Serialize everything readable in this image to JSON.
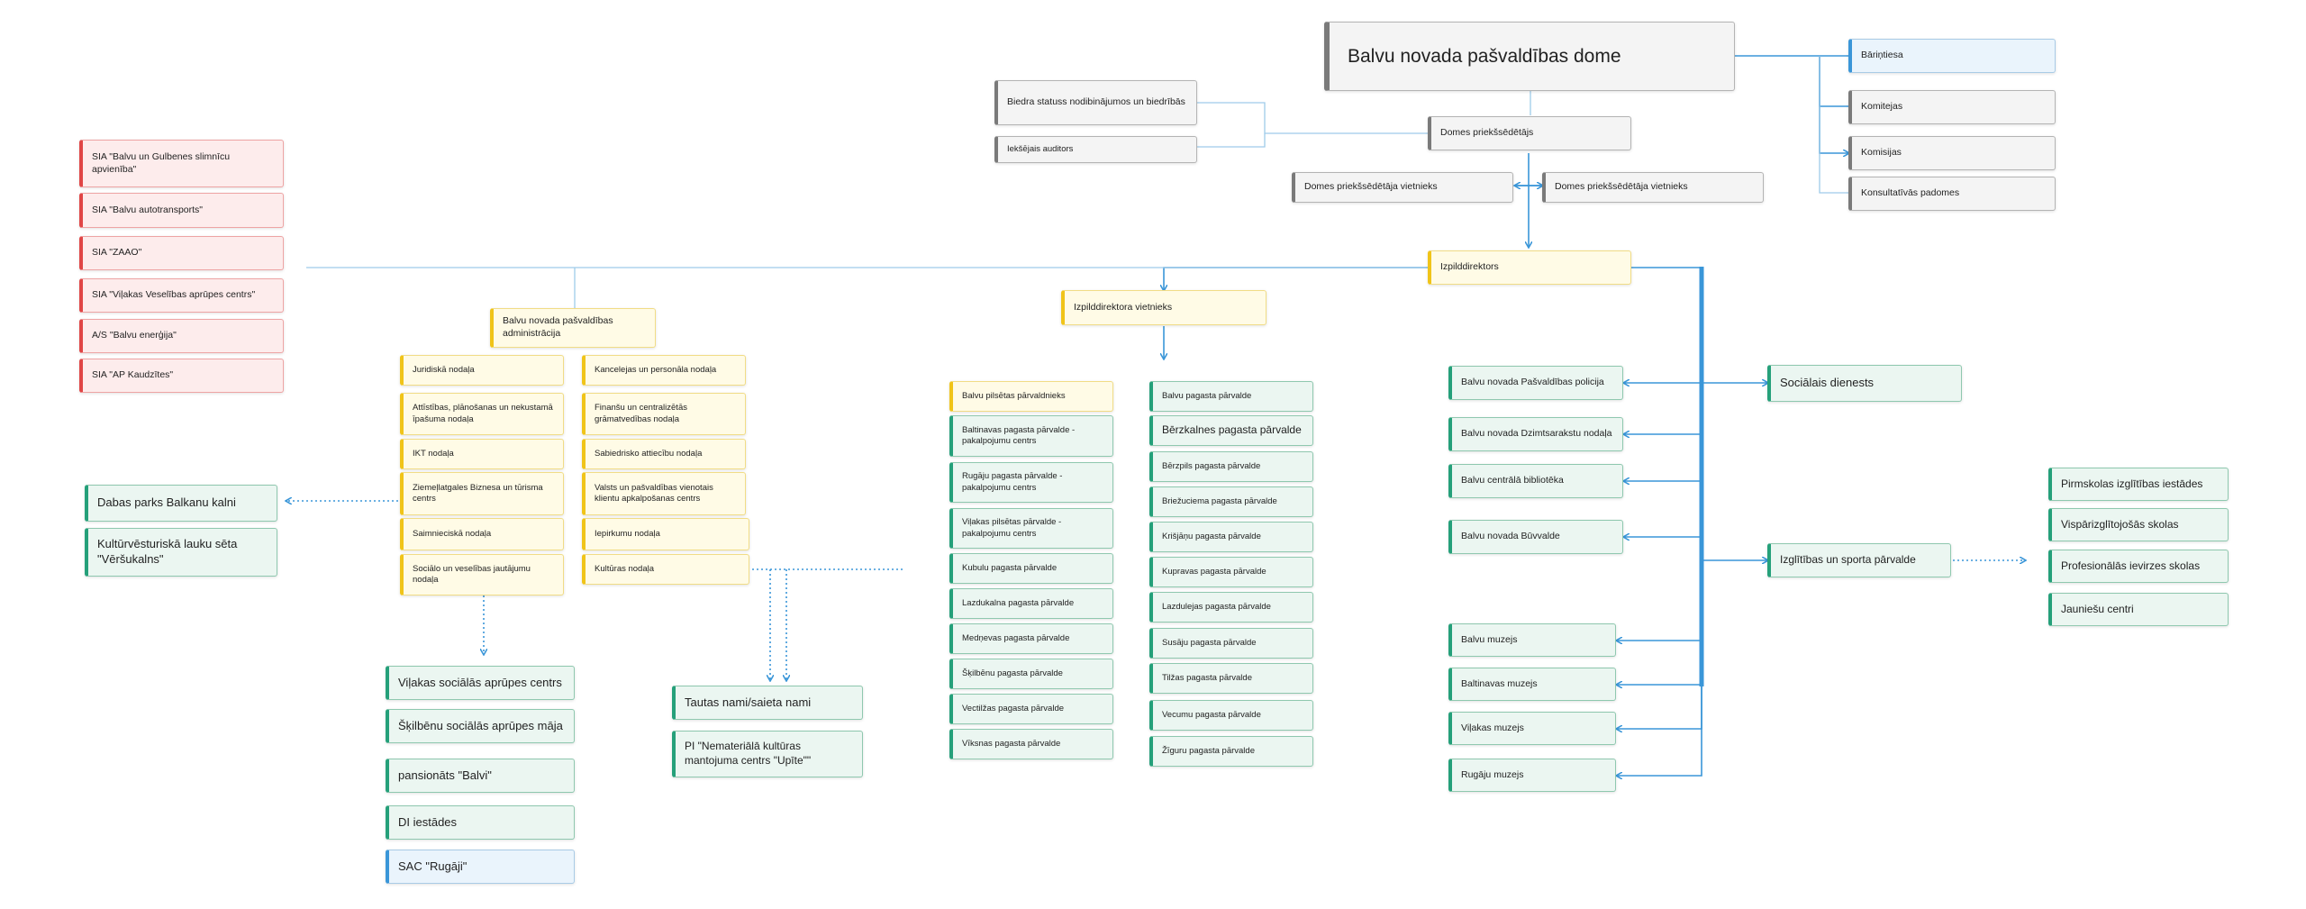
{
  "nodes": {
    "dome": "Balvu novada pašvaldības dome",
    "biedra": "Biedra statuss nodibinājumos un biedrībās",
    "auditors": "Iekšējais auditors",
    "priekssedetajs": "Domes priekšsēdētājs",
    "vietnieks1": "Domes priekšsēdētāja vietnieks",
    "vietnieks2": "Domes priekšsēdētāja vietnieks",
    "barintiesa": "Bāriņtiesa",
    "komitejas": "Komitejas",
    "komisijas": "Komisijas",
    "konsultativas": "Konsultatīvās padomes",
    "izpilddirektors": "Izpilddirektors",
    "izp_vietnieks": "Izpilddirektora vietnieks",
    "administracija": "Balvu novada pašvaldības administrācija",
    "juridiska": "Juridiskā nodaļa",
    "attistibas": "Attīstības, plānošanas un nekustamā īpašuma nodaļa",
    "ikt": "IKT nodaļa",
    "ziemellatgales": "Ziemeļlatgales Biznesa un tūrisma centrs",
    "saimnieciska": "Saimnieciskā  nodaļa",
    "sociala_jaut": "Sociālo un veselības jautājumu nodaļa",
    "kancelejas": "Kancelejas un personāla nodaļa",
    "finansu": "Finanšu un centralizētās grāmatvedības nodaļa",
    "sabiedrisko": "Sabiedrisko attiecību nodaļa",
    "valsts": "Valsts un pašvaldības vienotais klientu apkalpošanas centrs",
    "iepirkumu": "Iepirkumu  nodaļa",
    "kulturas": "Kultūras nodaļa",
    "sia_slimnica": "SIA \"Balvu un Gulbenes slimnīcu apvienība\"",
    "sia_autotransports": "SIA \"Balvu autotransports\"",
    "sia_zaao": "SIA \"ZAAO\"",
    "sia_vilakas": "SIA \"Viļakas Veselības aprūpes centrs\"",
    "as_energija": "A/S \"Balvu enerģija\"",
    "sia_kaudzites": "SIA \"AP Kaudzītes\"",
    "dabas_parks": "Dabas parks Balkanu kalni",
    "versukalns": "Kultūrvēsturiskā lauku sēta \"Vēršukalns\"",
    "vilakas_soc": "Viļakas sociālās aprūpes centrs",
    "skilbenu_soc": "Šķilbēnu sociālās aprūpes māja",
    "pansionats": "pansionāts \"Balvi\"",
    "di_iestades": "DI iestādes",
    "sac_rugaji": "SAC \"Rugāji\"",
    "tautas_nami": "Tautas nami/saieta nami",
    "pi_upite": "PI \"Nemateriālā kultūras mantojuma centrs \"Upīte\"\"",
    "balvu_pilsetas": "Balvu pilsētas pārvaldnieks",
    "baltinavas_pv": "Baltinavas pagasta pārvalde - pakalpojumu centrs",
    "rugaju_pv": "Rugāju pagasta pārvalde - pakalpojumu centrs",
    "vilakas_pilsetas": "Viļakas pilsētas pārvalde - pakalpojumu centrs",
    "kubulu": "Kubulu pagasta pārvalde",
    "lazdukalna": "Lazdukalna pagasta pārvalde",
    "mednevas": "Medņevas pagasta pārvalde",
    "skilbenu_pv": "Šķilbēnu pagasta pārvalde",
    "vectilzas": "Vectilžas pagasta pārvalde",
    "viksnas": "Vīksnas pagasta pārvalde",
    "balvu_pagasta": "Balvu pagasta pārvalde",
    "berzkalnes": "Bērzkalnes pagasta pārvalde",
    "berzpils": "Bērzpils pagasta pārvalde",
    "briezuciema": "Briežuciema pagasta pārvalde",
    "krisjanu": "Krišjāņu pagasta pārvalde",
    "kupravas": "Kupravas pagasta pārvalde",
    "lazdulejas": "Lazdulejas pagasta pārvalde",
    "susaju": "Susāju pagasta pārvalde",
    "tilzas": "Tilžas pagasta pārvalde",
    "vecumu": "Vecumu pagasta pārvalde",
    "ziguru": "Žīguru pagasta pārvalde",
    "policija": "Balvu novada Pašvaldības policija",
    "dzimtsarakstu": "Balvu novada Dzimtsarakstu nodaļa",
    "biblioteka": "Balvu centrālā bibliotēka",
    "buvvalde": "Balvu novada Būvvalde",
    "socialais": "Sociālais dienests",
    "izglitibas": "Izglītības un sporta pārvalde",
    "pirmsskolas": "Pirmskolas izglītības iestādes",
    "visparizglitojosas": "Vispārizglītojošās skolas",
    "profesionalas": "Profesionālās ievirzes skolas",
    "jauniesu": "Jauniešu centri",
    "balvu_muzejs": "Balvu muzejs",
    "baltinavas_muzejs": "Baltinavas muzejs",
    "vilakas_muzejs": "Viļakas muzejs",
    "rugaju_muzejs": "Rugāju muzejs"
  },
  "colors": {
    "connector": "#3a96d8",
    "connector_light": "#9fcbe9"
  }
}
